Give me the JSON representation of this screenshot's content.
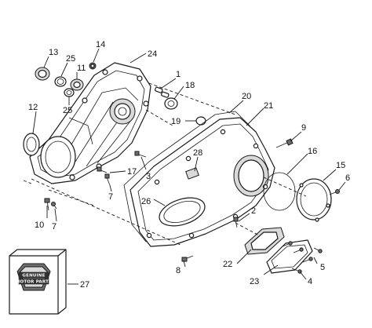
{
  "diagram": {
    "callouts": {
      "c1": "1",
      "c2": "2",
      "c3": "3",
      "c4": "4",
      "c5": "5",
      "c6": "6",
      "c7a": "7",
      "c7b": "7",
      "c8": "8",
      "c9": "9",
      "c10": "10",
      "c11": "11",
      "c12": "12",
      "c13": "13",
      "c14": "14",
      "c15": "15",
      "c16": "16",
      "c17": "17",
      "c18": "18",
      "c19": "19",
      "c20": "20",
      "c21": "21",
      "c22": "22",
      "c23": "23",
      "c24": "24",
      "c25a": "25",
      "c25b": "25",
      "c26": "26",
      "c27": "27",
      "c28": "28"
    },
    "badge": {
      "top": "GENUINE",
      "bottom": "MOTOR PARTS"
    }
  }
}
